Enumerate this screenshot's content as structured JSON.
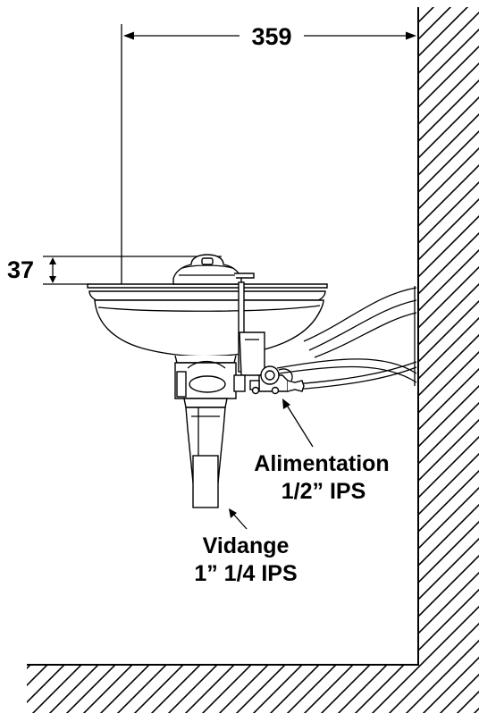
{
  "dimensions": {
    "width_label": "359",
    "height_label": "37"
  },
  "callouts": {
    "supply": {
      "line1": "Alimentation",
      "line2": "1/2” IPS"
    },
    "drain": {
      "line1": "Vidange",
      "line2": "1” 1/4 IPS"
    }
  }
}
